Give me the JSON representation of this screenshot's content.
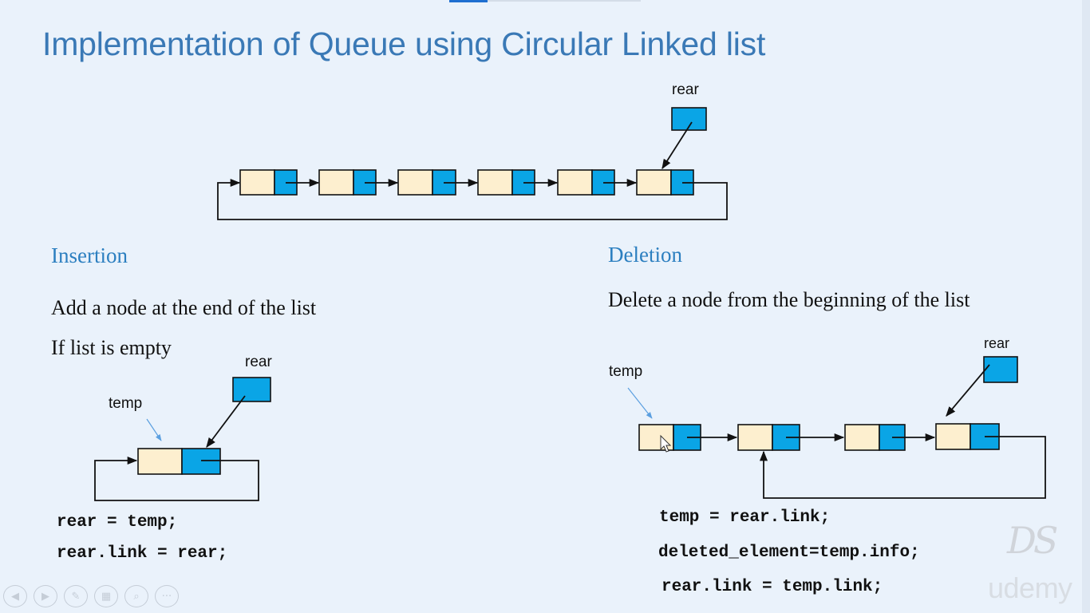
{
  "slide": {
    "title": "Implementation of Queue using Circular Linked list"
  },
  "top_diagram": {
    "rear_label": "rear"
  },
  "insertion": {
    "heading": "Insertion",
    "line1": "Add a node at the end of the list",
    "line2": "If list is empty",
    "rear_label": "rear",
    "temp_label": "temp",
    "code": [
      "rear = temp;",
      "rear.link = rear;"
    ]
  },
  "deletion": {
    "heading": "Deletion",
    "line1": "Delete a node from the beginning of the list",
    "rear_label": "rear",
    "temp_label": "temp",
    "code": [
      "temp = rear.link;",
      "deleted_element=temp.info;",
      "rear.link = temp.link;"
    ]
  },
  "player": {
    "controls": [
      {
        "name": "previous-slide-button",
        "icon": "◀"
      },
      {
        "name": "next-slide-button",
        "icon": "▶"
      },
      {
        "name": "pen-tool-button",
        "icon": "✎"
      },
      {
        "name": "slides-overview-button",
        "icon": "▦"
      },
      {
        "name": "zoom-button",
        "icon": "⌕"
      },
      {
        "name": "more-options-button",
        "icon": "···"
      }
    ]
  },
  "watermarks": {
    "ds": "DS",
    "udemy": "udemy"
  },
  "colors": {
    "title": "#3a79b6",
    "heading": "#2c7fc0",
    "node_info": "#fdefcf",
    "node_link": "#0aa5e6",
    "background": "#eaf2fb"
  }
}
